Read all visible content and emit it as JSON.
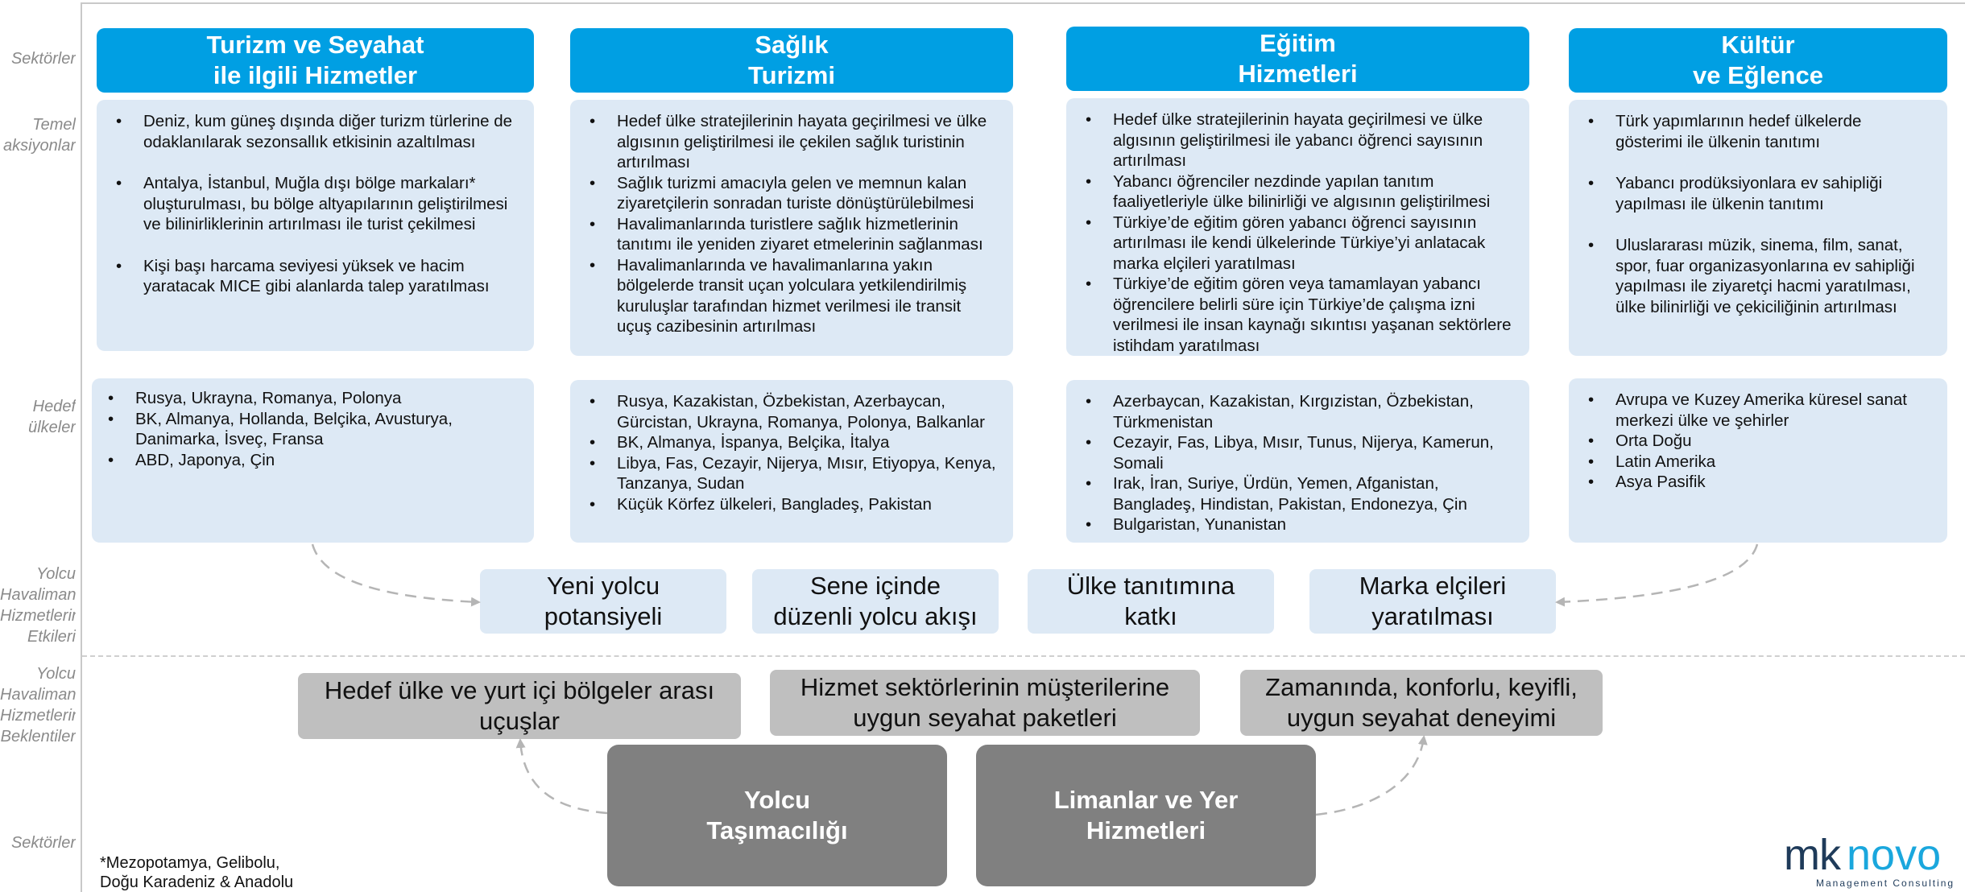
{
  "row_labels": {
    "sektorler_top": "Sektörler",
    "temel_aksiyonlar": "Temel\naksiyonlar",
    "hedef_ulkeler": "Hedef\nülkeler",
    "etkileri": "Yolcu\nHavaliman, Yer\nHizmetlerine\nEtkileri",
    "beklentiler": "Yolcu\nHavaliman, Yer\nHizmetlerin-\nBeklentiler",
    "sektorler_bottom": "Sektörler"
  },
  "sectors": [
    {
      "title": "Turizm ve Seyahat\nile ilgili Hizmetler",
      "actions": [
        "Deniz, kum güneş dışında diğer turizm türlerine de odaklanılarak sezonsallık etkisinin azaltılması",
        "Antalya, İstanbul, Muğla dışı bölge markaları* oluşturulması, bu bölge altyapılarının geliştirilmesi ve bilinirliklerinin artırılması ile turist çekilmesi",
        "Kişi başı harcama seviyesi yüksek ve hacim yaratacak MICE gibi alanlarda talep yaratılması"
      ],
      "countries": [
        "Rusya, Ukrayna, Romanya, Polonya",
        "BK, Almanya, Hollanda, Belçika, Avusturya, Danimarka, İsveç, Fransa",
        "ABD, Japonya, Çin"
      ]
    },
    {
      "title": "Sağlık\nTurizmi",
      "actions": [
        "Hedef ülke stratejilerinin hayata geçirilmesi ve ülke algısının geliştirilmesi ile çekilen sağlık turistinin artırılması",
        "Sağlık turizmi amacıyla gelen ve memnun kalan ziyaretçilerin sonradan turiste dönüştürülebilmesi",
        "Havalimanlarında turistlere sağlık hizmetlerinin tanıtımı ile yeniden ziyaret etmelerinin sağlanması",
        "Havalimanlarında ve havalimanlarına yakın bölgelerde transit uçan yolculara yetkilendirilmiş kuruluşlar tarafından hizmet verilmesi ile transit uçuş cazibesinin artırılması"
      ],
      "countries": [
        "Rusya, Kazakistan, Özbekistan, Azerbaycan, Gürcistan, Ukrayna, Romanya, Polonya, Balkanlar",
        "BK, Almanya, İspanya, Belçika, İtalya",
        "Libya, Fas, Cezayir, Nijerya, Mısır, Etiyopya, Kenya, Tanzanya, Sudan",
        "Küçük Körfez ülkeleri, Bangladeş, Pakistan"
      ]
    },
    {
      "title": "Eğitim\nHizmetleri",
      "actions": [
        "Hedef ülke stratejilerinin hayata geçirilmesi ve ülke algısının geliştirilmesi ile yabancı öğrenci sayısının artırılması",
        "Yabancı öğrenciler nezdinde yapılan tanıtım faaliyetleriyle ülke bilinirliği ve algısının geliştirilmesi",
        "Türkiye’de eğitim gören yabancı öğrenci sayısının artırılması ile kendi ülkelerinde Türkiye’yi anlatacak marka elçileri yaratılması",
        "Türkiye’de eğitim gören veya tamamlayan yabancı öğrencilere belirli süre için Türkiye’de çalışma izni verilmesi ile insan kaynağı sıkıntısı yaşanan sektörlere istihdam yaratılması"
      ],
      "countries": [
        "Azerbaycan, Kazakistan, Kırgızistan, Özbekistan, Türkmenistan",
        "Cezayir, Fas, Libya, Mısır, Tunus, Nijerya, Kamerun, Somali",
        "Irak, İran, Suriye, Ürdün, Yemen, Afganistan, Bangladeş, Hindistan, Pakistan, Endonezya, Çin",
        "Bulgaristan, Yunanistan"
      ]
    },
    {
      "title": "Kültür\nve Eğlence",
      "actions": [
        "Türk yapımlarının hedef ülkelerde gösterimi ile ülkenin tanıtımı",
        "Yabancı prodüksiyonlara ev sahipliği yapılması ile ülkenin tanıtımı",
        "Uluslararası müzik, sinema, film, sanat, spor, fuar organizasyonlarına ev sahipliği yapılması ile ziyaretçi hacmi yaratılması, ülke bilinirliği ve çekiciliğinin artırılması"
      ],
      "countries": [
        "Avrupa ve Kuzey Amerika küresel sanat merkezi ülke ve şehirler",
        "Orta Doğu",
        "Latin Amerika",
        "Asya Pasifik"
      ]
    }
  ],
  "effects": [
    "Yeni yolcu\npotansiyeli",
    "Sene içinde\ndüzenli yolcu akışı",
    "Ülke tanıtımına\nkatkı",
    "Marka elçileri\nyaratılması"
  ],
  "expectations": [
    "Hedef ülke ve yurt içi bölgeler arası\nuçuşlar",
    "Hizmet sektörlerinin müşterilerine\nuygun seyahat paketleri",
    "Zamanında, konforlu, keyifli,\nuygun seyahat deneyimi"
  ],
  "base_sectors": [
    "Yolcu\nTaşımacılığı",
    "Limanlar ve Yer\nHizmetleri"
  ],
  "footnote": "*Mezopotamya, Gelibolu,\nDoğu Karadeniz & Anadolu",
  "logo": {
    "mk": "mk",
    "novo": "novo",
    "sub": "Management Consulting"
  },
  "colors": {
    "header_blue": "#009fe3",
    "box_blue": "#dde9f5",
    "expect_gray": "#bfbfbf",
    "base_gray": "#808080"
  }
}
